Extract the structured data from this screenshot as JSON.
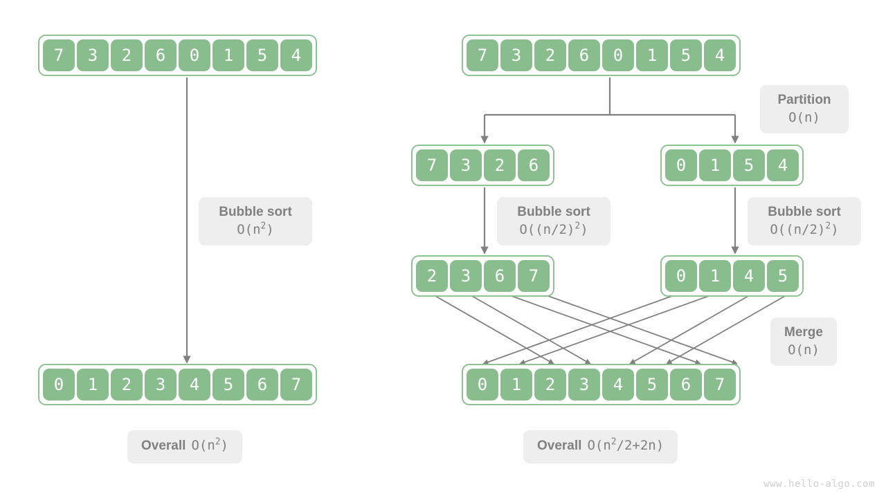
{
  "meta": {
    "watermark": "www.hello-algo.com",
    "arrow_color": "#808080",
    "cell_fill": "#89bd8e",
    "cell_text_color": "#ffffff",
    "array_border_color": "#8ec194",
    "note_bg": "#eeeeee",
    "note_text_color": "#808080",
    "background": "#ffffff"
  },
  "left_panel": {
    "name": "bubble-sort-only",
    "input_array": {
      "label": "unsorted-input-array",
      "values": [
        "7",
        "3",
        "2",
        "6",
        "0",
        "1",
        "5",
        "4"
      ]
    },
    "step_note": {
      "title": "Bubble sort",
      "complexity_prefix": "O(n",
      "complexity_exponent": "2",
      "complexity_suffix": ")"
    },
    "output_array": {
      "label": "sorted-output-array",
      "values": [
        "0",
        "1",
        "2",
        "3",
        "4",
        "5",
        "6",
        "7"
      ]
    },
    "overall_note": {
      "title": "Overall",
      "complexity_prefix": "O(n",
      "complexity_exponent": "2",
      "complexity_suffix": ")"
    }
  },
  "right_panel": {
    "name": "partition-sort-merge",
    "input_array": {
      "label": "unsorted-input-array",
      "values": [
        "7",
        "3",
        "2",
        "6",
        "0",
        "1",
        "5",
        "4"
      ]
    },
    "partition_note": {
      "title": "Partition",
      "complexity_prefix": "O(n",
      "complexity_exponent": "",
      "complexity_suffix": ")"
    },
    "left_subarray_unsorted": {
      "label": "left-subarray-unsorted",
      "values": [
        "7",
        "3",
        "2",
        "6"
      ]
    },
    "right_subarray_unsorted": {
      "label": "right-subarray-unsorted",
      "values": [
        "0",
        "1",
        "5",
        "4"
      ]
    },
    "left_sort_note": {
      "title": "Bubble sort",
      "complexity_prefix": "O((n/2)",
      "complexity_exponent": "2",
      "complexity_suffix": ")"
    },
    "right_sort_note": {
      "title": "Bubble sort",
      "complexity_prefix": "O((n/2)",
      "complexity_exponent": "2",
      "complexity_suffix": ")"
    },
    "left_subarray_sorted": {
      "label": "left-subarray-sorted",
      "values": [
        "2",
        "3",
        "6",
        "7"
      ]
    },
    "right_subarray_sorted": {
      "label": "right-subarray-sorted",
      "values": [
        "0",
        "1",
        "4",
        "5"
      ]
    },
    "merge_note": {
      "title": "Merge",
      "complexity_prefix": "O(n",
      "complexity_exponent": "",
      "complexity_suffix": ")"
    },
    "output_array": {
      "label": "merged-sorted-array",
      "values": [
        "0",
        "1",
        "2",
        "3",
        "4",
        "5",
        "6",
        "7"
      ]
    },
    "overall_note": {
      "title": "Overall",
      "complexity_prefix": "O(n",
      "complexity_exponent": "2",
      "complexity_suffix": "/2+2n)"
    }
  }
}
